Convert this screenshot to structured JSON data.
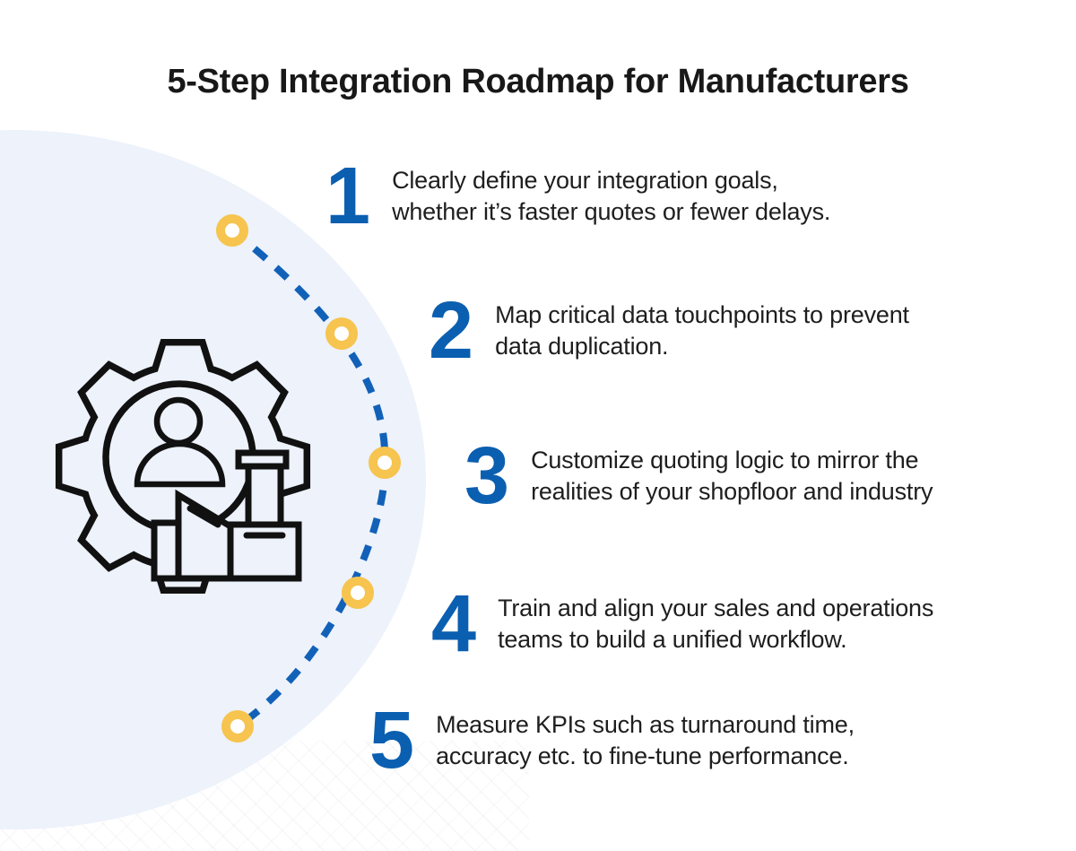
{
  "title": "5-Step Integration Roadmap for Manufacturers",
  "colors": {
    "number_blue": "#0B5FB0",
    "dash_blue": "#1261B8",
    "dot_yellow": "#F6C44F",
    "circle_bg": "#EDF2FB",
    "icon_stroke": "#111111"
  },
  "icon": {
    "name": "gear-person-factory-icon",
    "meaning": "manufacturing integration (gear with user and factory)"
  },
  "steps": [
    {
      "number": "1",
      "description": "Clearly define your integration goals,\nwhether it’s faster quotes or fewer delays."
    },
    {
      "number": "2",
      "description": "Map critical data touchpoints to prevent\ndata duplication."
    },
    {
      "number": "3",
      "description": "Customize quoting logic to mirror the\nrealities of your shopfloor and industry"
    },
    {
      "number": "4",
      "description": "Train and align your sales and operations\nteams to build a unified workflow."
    },
    {
      "number": "5",
      "description": "Measure KPIs such as turnaround time,\naccuracy etc. to fine-tune performance."
    }
  ]
}
